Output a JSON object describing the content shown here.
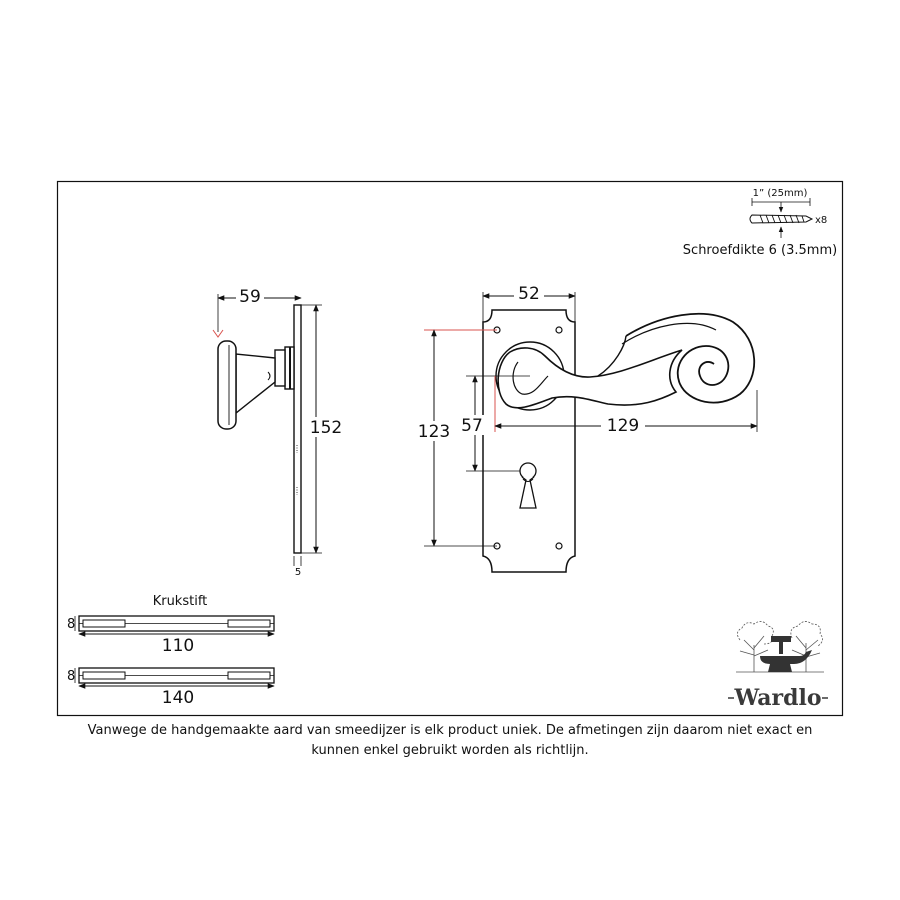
{
  "screw": {
    "length_label": "1” (25mm)",
    "quantity_label": "x8",
    "thickness_label": "Schroefdikte 6 (3.5mm)"
  },
  "side_view": {
    "projection_label": "59",
    "height_label": "152",
    "thickness_label": "5"
  },
  "front_view": {
    "plate_width_label": "52",
    "fixing_centres_label": "123",
    "lever_to_keyhole_label": "57",
    "lever_length_label": "129"
  },
  "spindles": {
    "heading": "Krukstift",
    "items": [
      {
        "section_label": "8",
        "length_label": "110"
      },
      {
        "section_label": "8",
        "length_label": "140"
      }
    ]
  },
  "brand": {
    "name": "Wardlo"
  },
  "disclaimer": {
    "line1": "Vanwege de handgemaakte aard van smeedijzer is elk product uniek. De afmetingen zijn daarom niet exact en",
    "line2": "kunnen enkel gebruikt worden als richtlijn."
  },
  "colors": {
    "line": "#111111",
    "accent": "#d9534f",
    "logo": "#3a3a3a"
  }
}
